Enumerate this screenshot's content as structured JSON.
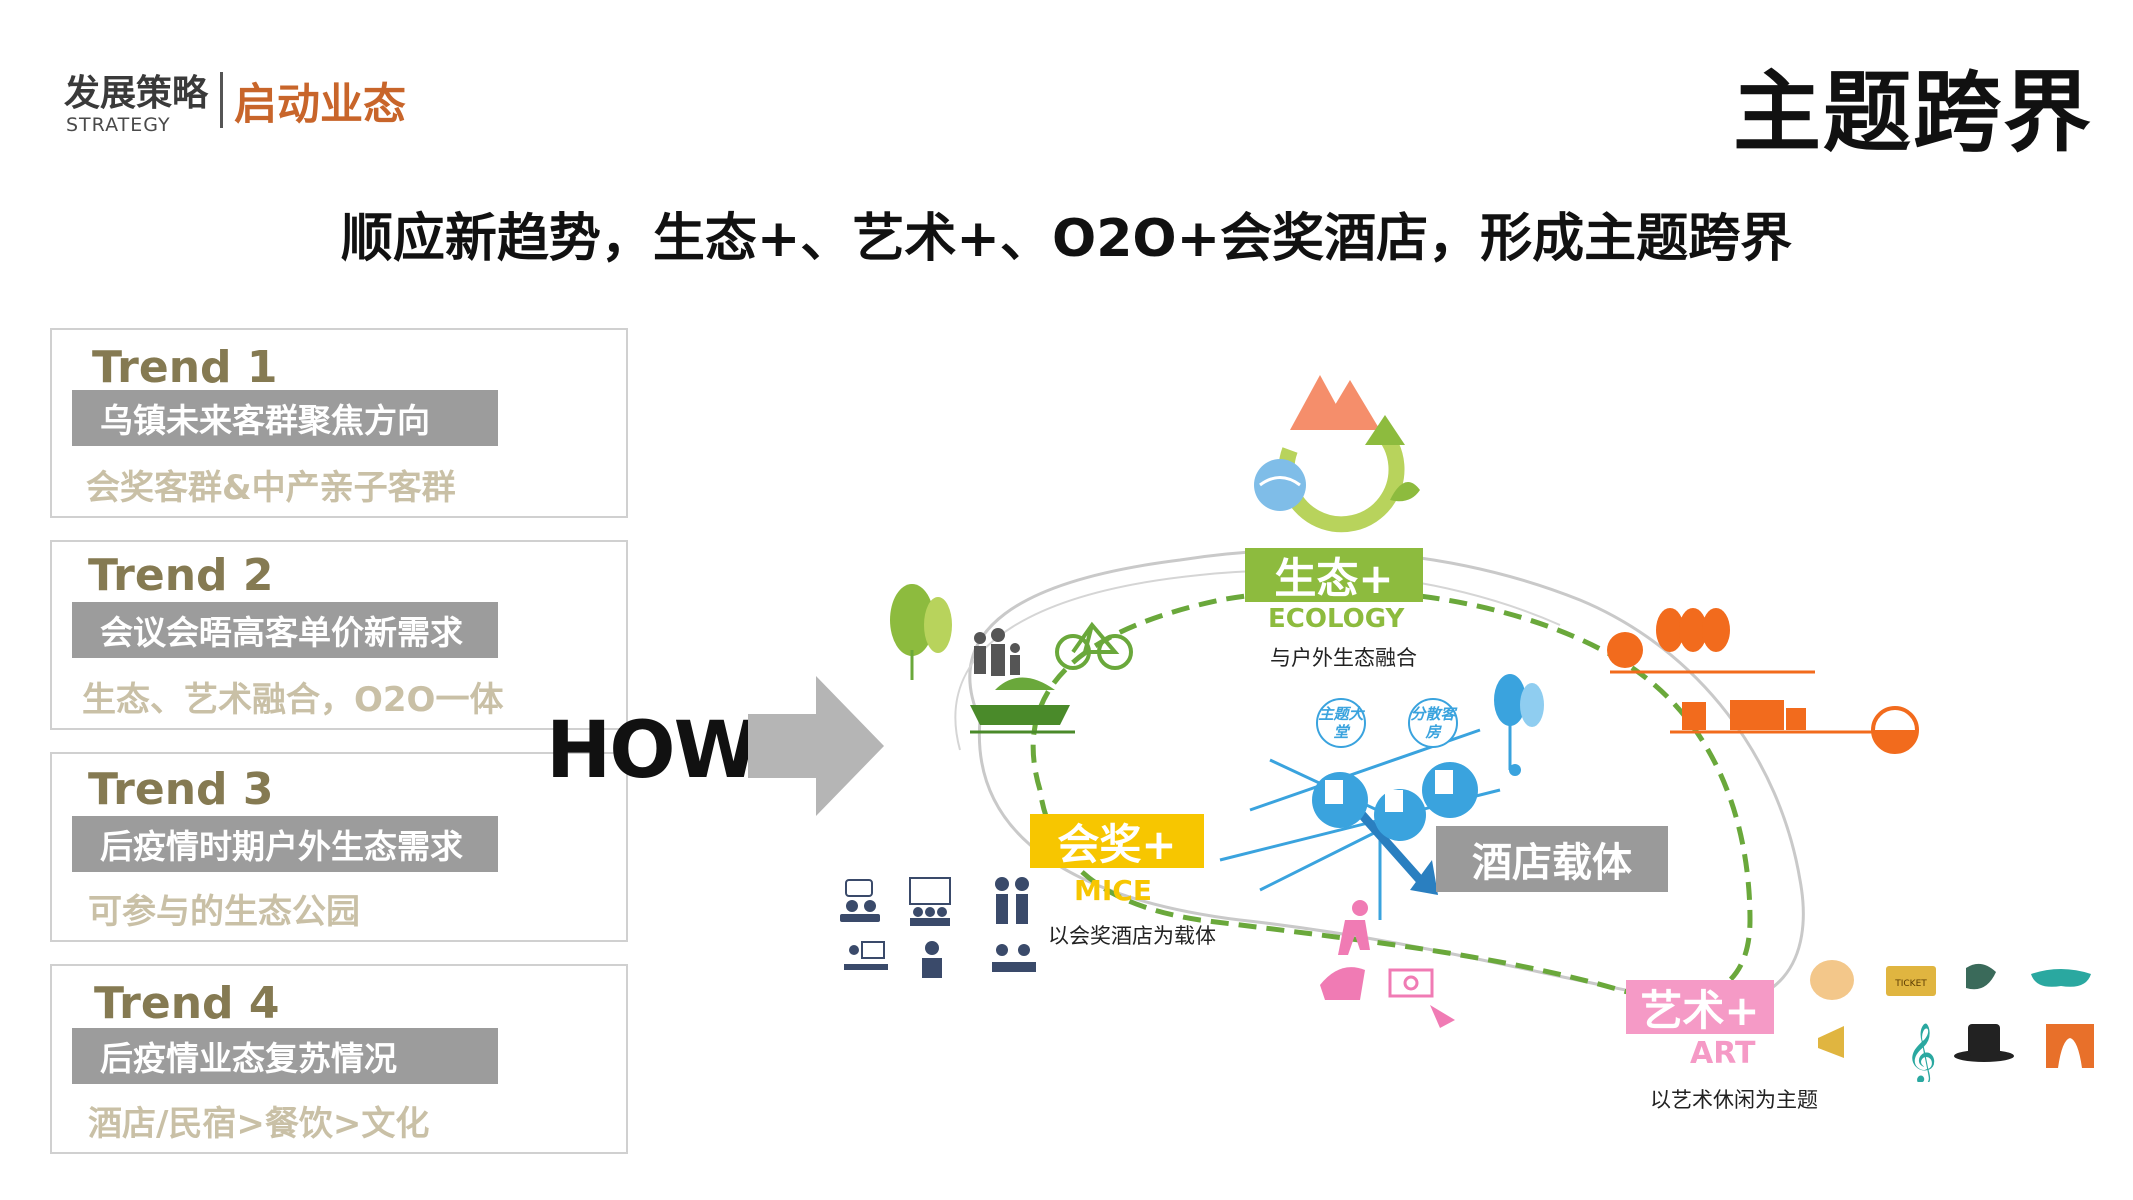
{
  "header": {
    "section_title": "发展策略",
    "section_subtitle_en": "STRATEGY",
    "sub_section": "启动业态",
    "theme_title": "主题跨界"
  },
  "subtitle": "顺应新趋势，生态+、艺术+、O2O+会奖酒店，形成主题跨界",
  "trends": [
    {
      "title": "Trend 1",
      "bar": "乌镇未来客群聚焦方向",
      "desc": "会奖客群&中产亲子客群"
    },
    {
      "title": "Trend 2",
      "bar": "会议会晤高客单价新需求",
      "desc": "生态、艺术融合，O2O一体"
    },
    {
      "title": "Trend 3",
      "bar": "后疫情时期户外生态需求",
      "desc": "可参与的生态公园"
    },
    {
      "title": "Trend 4",
      "bar": "后疫情业态复苏情况",
      "desc": "酒店/民宿>餐饮>文化"
    }
  ],
  "how_label": "HOW?",
  "diagram": {
    "ecology": {
      "label": "生态+",
      "en": "ECOLOGY",
      "caption": "与户外生态融合"
    },
    "mice": {
      "label": "会奖+",
      "en": "MICE",
      "caption": "以会奖酒店为载体"
    },
    "art": {
      "label": "艺术+",
      "en": "ART",
      "caption": "以艺术休闲为主题"
    },
    "hotel": {
      "label": "酒店载体"
    },
    "bubbles": [
      "主题大堂",
      "分散客房"
    ],
    "ticket_text": "TICKET"
  },
  "colors": {
    "ecology": "#8dbb3e",
    "mice": "#f7c600",
    "art": "#f59ac6",
    "hotel": "#9a9a9a",
    "accent_orange": "#c8652a",
    "trend_title": "#857a52",
    "trend_desc": "#c9c0a6",
    "icon_blue": "#3aa3de",
    "icon_orange": "#f26b1d"
  }
}
